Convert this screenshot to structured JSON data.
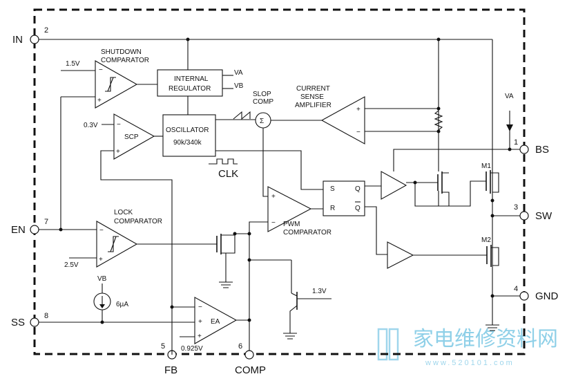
{
  "pins": {
    "in": {
      "name": "IN",
      "num": "2"
    },
    "en": {
      "name": "EN",
      "num": "7"
    },
    "ss": {
      "name": "SS",
      "num": "8"
    },
    "fb": {
      "name": "FB",
      "num": "5"
    },
    "comp": {
      "name": "COMP",
      "num": "6"
    },
    "bs": {
      "name": "BS",
      "num": "1"
    },
    "sw": {
      "name": "SW",
      "num": "3"
    },
    "gnd": {
      "name": "GND",
      "num": "4"
    }
  },
  "blocks": {
    "shutdown_comparator": [
      "SHUTDOWN",
      "COMPARATOR"
    ],
    "internal_regulator": [
      "INTERNAL",
      "REGULATOR"
    ],
    "regulator_outputs": [
      "VA",
      "VB"
    ],
    "oscillator": [
      "OSCILLATOR",
      "90k/340k"
    ],
    "scp": "SCP",
    "slop_comp": [
      "SLOP",
      "COMP"
    ],
    "sigma": "Σ",
    "current_sense_amplifier": [
      "CURRENT",
      "SENSE",
      "AMPLIFIER"
    ],
    "clk": "CLK",
    "latch": {
      "s": "S",
      "r": "R",
      "q": "Q",
      "qbar": "Q"
    },
    "pwm_comparator": [
      "PWM",
      "COMPARATOR"
    ],
    "lock_comparator": [
      "LOCK",
      "COMPARATOR"
    ],
    "ea": "EA",
    "m1": "M1",
    "m2": "M2"
  },
  "values": {
    "v_1_5": "1.5V",
    "v_0_3": "0.3V",
    "v_2_5": "2.5V",
    "vb": "VB",
    "i_6ua": "6µA",
    "v_0_925": "0.925V",
    "v_1_3": "1.3V",
    "va": "VA"
  },
  "signs": {
    "plus": "+",
    "minus": "−"
  },
  "watermark": {
    "main": "家电维修资料网",
    "sub": "www.520101.com"
  }
}
